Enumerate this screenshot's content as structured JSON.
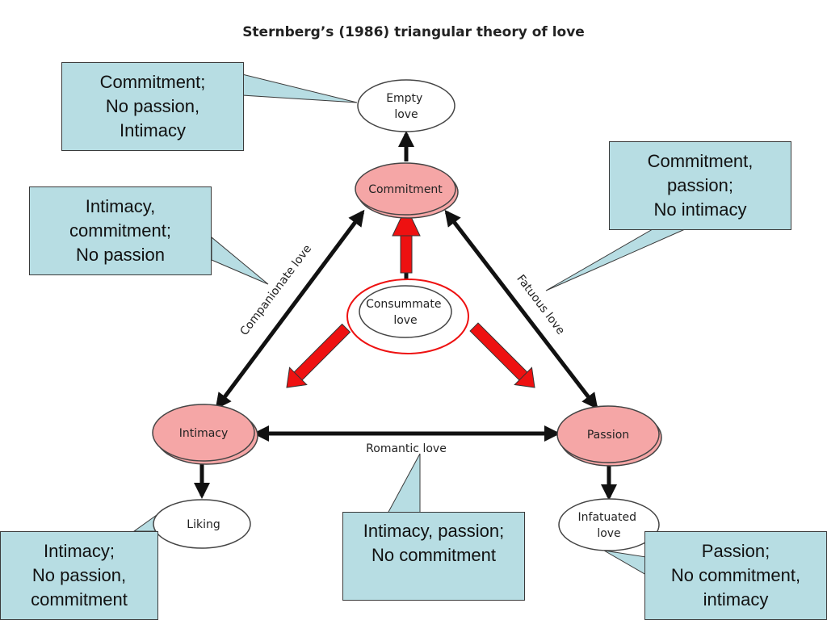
{
  "title": "Sternberg’s (1986) triangular theory of love",
  "nodes": {
    "commitment": "Commitment",
    "intimacy": "Intimacy",
    "passion": "Passion",
    "consummate": [
      "Consummate",
      "love"
    ],
    "empty": [
      "Empty",
      "love"
    ],
    "liking": "Liking",
    "infatuated": [
      "Infatuated",
      "love"
    ]
  },
  "edges": {
    "companionate": "Companionate love",
    "fatuous": "Fatuous love",
    "romantic": "Romantic love"
  },
  "callouts": {
    "empty_love": [
      "Commitment;",
      "No passion,",
      "Intimacy"
    ],
    "companionate_love": [
      "Intimacy,",
      "commitment;",
      "No passion"
    ],
    "fatuous_love": [
      "Commitment,",
      "passion;",
      "No intimacy"
    ],
    "romantic_love": [
      "Intimacy, passion;",
      "No commitment"
    ],
    "liking": [
      "Intimacy;",
      "No passion,",
      "commitment"
    ],
    "infatuated_love": [
      "Passion;",
      "No commitment,",
      "intimacy"
    ]
  },
  "colors": {
    "callout_fill": "#b7dde3",
    "component_fill": "#f5a6a6",
    "arrow_red": "#ee1111",
    "arrow_black": "#111111"
  }
}
